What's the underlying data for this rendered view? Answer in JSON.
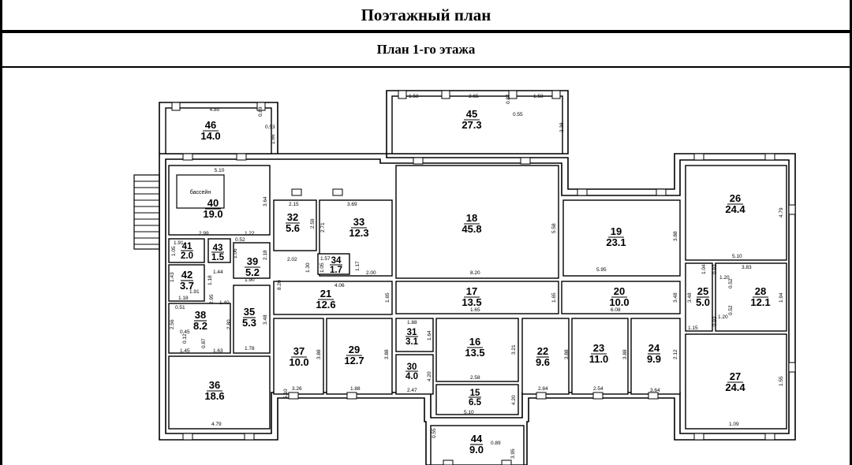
{
  "header": {
    "title": "Поэтажный план",
    "subtitle": "План 1-го этажа"
  },
  "pool_label": "бассейн",
  "rooms": [
    {
      "id": "46",
      "area": "14.0"
    },
    {
      "id": "45",
      "area": "27.3"
    },
    {
      "id": "40",
      "area": "19.0"
    },
    {
      "id": "32",
      "area": "5.6"
    },
    {
      "id": "33",
      "area": "12.3"
    },
    {
      "id": "18",
      "area": "45.8"
    },
    {
      "id": "19",
      "area": "23.1"
    },
    {
      "id": "26",
      "area": "24.4"
    },
    {
      "id": "41",
      "area": "2.0"
    },
    {
      "id": "43",
      "area": "1.5"
    },
    {
      "id": "39",
      "area": "5.2"
    },
    {
      "id": "34",
      "area": "1.7"
    },
    {
      "id": "42",
      "area": "3.7"
    },
    {
      "id": "21",
      "area": "12.6"
    },
    {
      "id": "17",
      "area": "13.5"
    },
    {
      "id": "20",
      "area": "10.0"
    },
    {
      "id": "25",
      "area": "5.0"
    },
    {
      "id": "28",
      "area": "12.1"
    },
    {
      "id": "38",
      "area": "8.2"
    },
    {
      "id": "35",
      "area": "5.3"
    },
    {
      "id": "37",
      "area": "10.0"
    },
    {
      "id": "29",
      "area": "12.7"
    },
    {
      "id": "31",
      "area": "3.1"
    },
    {
      "id": "16",
      "area": "13.5"
    },
    {
      "id": "22",
      "area": "9.6"
    },
    {
      "id": "23",
      "area": "11.0"
    },
    {
      "id": "24",
      "area": "9.9"
    },
    {
      "id": "27",
      "area": "24.4"
    },
    {
      "id": "30",
      "area": "4.0"
    },
    {
      "id": "36",
      "area": "18.6"
    },
    {
      "id": "15",
      "area": "6.5"
    },
    {
      "id": "44",
      "area": "9.0"
    }
  ],
  "dimensions": [
    "4.80",
    "0.89",
    "0.53",
    "1.66",
    "1.58",
    "3.65",
    "0.87",
    "1.58",
    "0.55",
    "2.38",
    "5.10",
    "3.64",
    "2.15",
    "3.69",
    "2.59",
    "2.71",
    "5.58",
    "3.88",
    "4.79",
    "2.99",
    "1.22",
    "1.91",
    "0.52",
    "1.05",
    "1.06",
    "1.44",
    "2.18",
    "2.02",
    "1.57",
    "1.30",
    "1.05",
    "1.17",
    "2.00",
    "8.20",
    "5.95",
    "5.10",
    "3.83",
    "1.04",
    "0.92",
    "1.20",
    "0.52",
    "1.90",
    "4.06",
    "1.65",
    "1.65",
    "6.08",
    "3.48",
    "3.48",
    "1.94",
    "1.43",
    "1.18",
    "1.91",
    "1.18",
    "1.40",
    "0.51",
    "2.95",
    "8.20",
    "1.65",
    "1.15",
    "0.92",
    "1.20",
    "0.52",
    "2.56",
    "0.45",
    "0.12",
    "0.87",
    "1.45",
    "1.63",
    "2.80",
    "3.48",
    "1.78",
    "1.88",
    "1.64",
    "3.21",
    "3.88",
    "3.88",
    "3.88",
    "3.88",
    "2.12",
    "4.20",
    "2.58",
    "3.26",
    "1.88",
    "2.47",
    "2.84",
    "2.54",
    "3.64",
    "5.10",
    "4.79",
    "1.55",
    "4.20",
    "5.10",
    "1.09",
    "0.55",
    "0.89",
    "3.95"
  ]
}
